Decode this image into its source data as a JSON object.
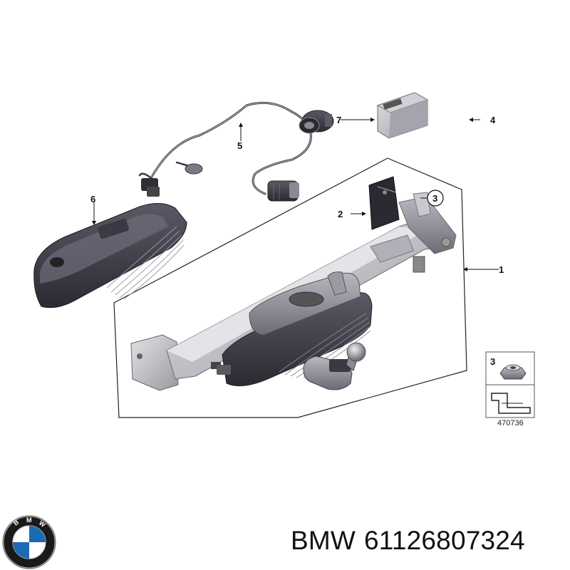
{
  "callouts": {
    "c1": "1",
    "c2": "2",
    "c3": "3",
    "c4": "4",
    "c5": "5",
    "c6": "6",
    "c7": "7",
    "legend_num": "3"
  },
  "diagram_ref": "470736",
  "footer": {
    "brand": "BMW",
    "part_number": "61126807324"
  },
  "logo": {
    "lettering": "BMW",
    "colors": {
      "ring": "#1a1a1a",
      "blue": "#1c69b4",
      "white": "#ffffff"
    }
  }
}
